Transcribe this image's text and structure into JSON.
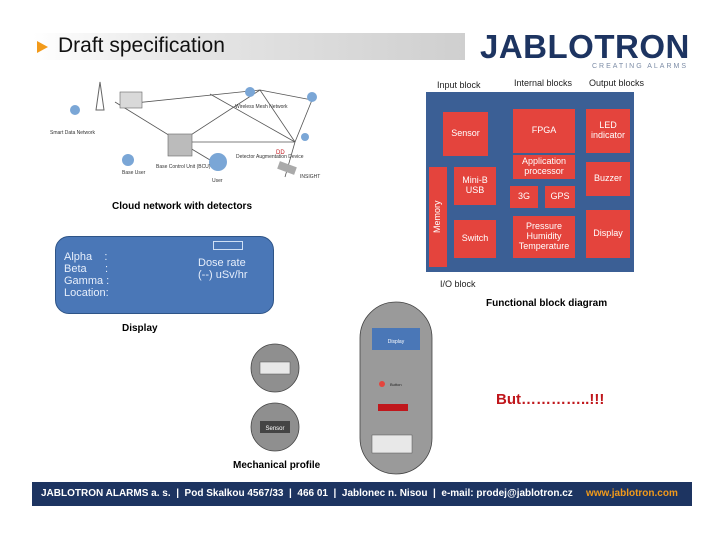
{
  "header": {
    "title": "Draft specification"
  },
  "logo": {
    "name": "JABLOTRON",
    "tagline": "CREATING ALARMS"
  },
  "network": {
    "caption": "Cloud network with detectors",
    "labels": {
      "wireless": "Wireless Mesh Network",
      "smart": "Smart Data Network",
      "base_user": "Base User",
      "bcu": "Base Control Unit (BCU)",
      "detector": "Detector Augmentation Device",
      "user": "User",
      "dd": "DD",
      "ds": "INSIGHT"
    }
  },
  "block_diagram": {
    "headers": {
      "input": "Input block",
      "internal": "Internal blocks",
      "output": "Output blocks"
    },
    "blocks": {
      "memory": "Memory",
      "sensor": "Sensor",
      "mini_usb": "Mini-B USB",
      "switch": "Switch",
      "fpga": "FPGA",
      "app_proc": "Application processor",
      "g3": "3G",
      "gps": "GPS",
      "pressure": "Pressure Humidity Temperature",
      "led": "LED indicator",
      "buzzer": "Buzzer",
      "display": "Display"
    },
    "io_label": "I/O block",
    "caption": "Functional block diagram"
  },
  "display_panel": {
    "labels": "Alpha    :\nBeta      :\nGamma :\nLocation:",
    "dose": "Dose rate\n(--) uSv/hr",
    "caption": "Display"
  },
  "mechanical": {
    "caption": "Mechanical profile",
    "device_display": "Display",
    "button": "Button",
    "sensor": "Sensor",
    "but": "But…………..!!!"
  },
  "footer": {
    "left": "JABLOTRON ALARMS a. s.  |  Pod Skalkou 4567/33  |  466 01  |  Jablonec n. Nisou  |  e-mail: prodej@jablotron.cz",
    "right": "www.jablotron.com"
  },
  "colors": {
    "brand": "#1d3461",
    "accent": "#f29a1a",
    "block": "#e4443d",
    "panel": "#4a77b7"
  }
}
